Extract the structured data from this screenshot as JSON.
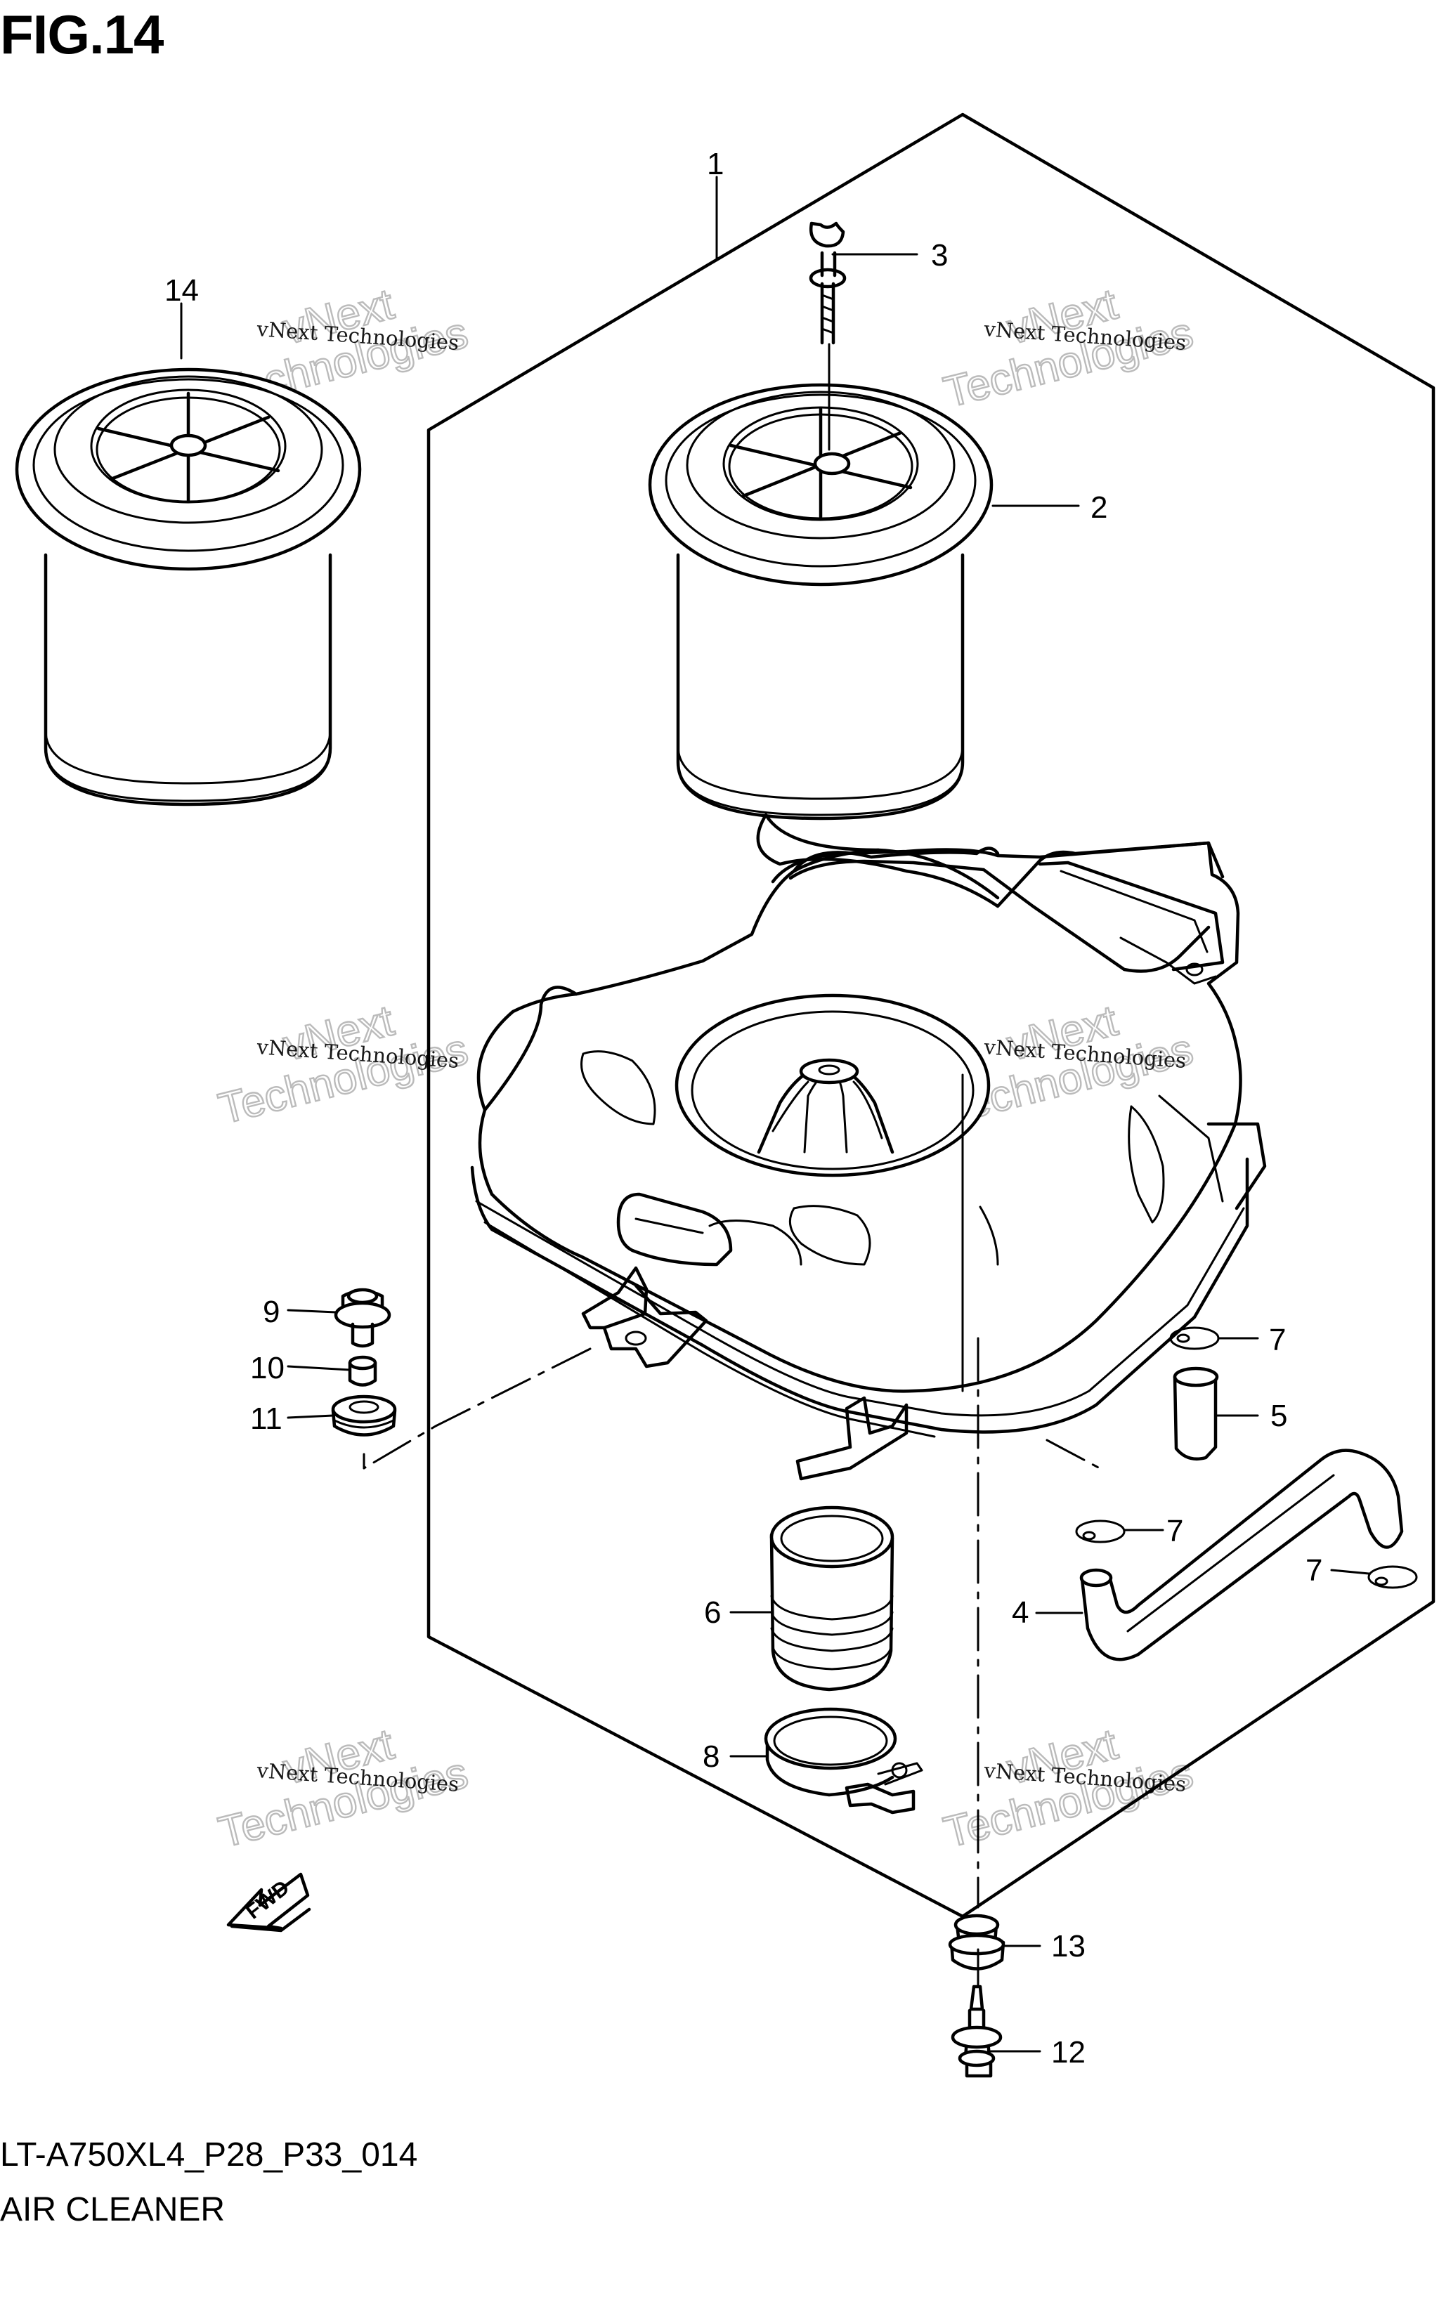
{
  "header": {
    "figure": "FIG.14"
  },
  "footer": {
    "code": "LT-A750XL4_P28_P33_014",
    "name": "AIR CLEANER"
  },
  "watermark": {
    "line1": "vNext",
    "line2": "vNext Technologies",
    "line3": "Technologies"
  },
  "fwd_label": "FWD",
  "callouts": {
    "c1": "1",
    "c2": "2",
    "c3": "3",
    "c4": "4",
    "c5": "5",
    "c6": "6",
    "c7": "7",
    "c8": "8",
    "c9": "9",
    "c10": "10",
    "c11": "11",
    "c12": "12",
    "c13": "13",
    "c14": "14"
  }
}
